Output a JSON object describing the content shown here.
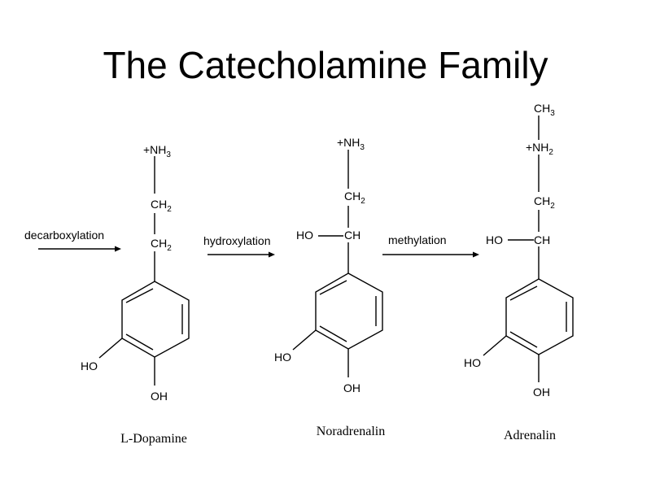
{
  "title": "The Catecholamine Family",
  "steps": {
    "decarboxylation": "decarboxylation",
    "hydroxylation": "hydroxylation",
    "methylation": "methylation"
  },
  "names": {
    "dopamine": "L-Dopamine",
    "noradrenalin": "Noradrenalin",
    "adrenalin": "Adrenalin"
  },
  "atoms": {
    "plus_nh": "+NH",
    "ch": "CH",
    "ho": "HO",
    "oh": "OH",
    "sub2": "2",
    "sub3": "3"
  }
}
